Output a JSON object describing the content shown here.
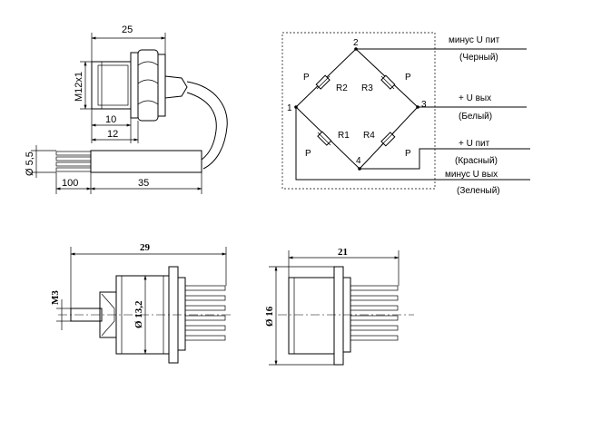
{
  "top_left_view": {
    "dim_25": "25",
    "dim_thread": "M12x1",
    "dim_10": "10",
    "dim_12": "12",
    "dim_diameter_55": "Ø 5,5",
    "dim_100": "100",
    "dim_35": "35"
  },
  "schematic": {
    "node_1": "1",
    "node_2": "2",
    "node_3": "3",
    "node_4": "4",
    "r1": "R1",
    "r2": "R2",
    "r3": "R3",
    "r4": "R4",
    "p_marks": [
      "P",
      "P",
      "P",
      "P"
    ],
    "wires": [
      {
        "name": "минус U пит",
        "color": "(Черный)"
      },
      {
        "name": "+ U вых",
        "color": "(Белый)"
      },
      {
        "name": "+ U пит",
        "color": "(Красный)"
      },
      {
        "name": "минус U вых",
        "color": "(Зеленый)"
      }
    ]
  },
  "bottom_left_view": {
    "dim_29": "29",
    "dim_m3": "M3",
    "dim_diameter_132": "Ø 13,2"
  },
  "bottom_right_view": {
    "dim_21": "21",
    "dim_diameter_16": "Ø 16"
  }
}
